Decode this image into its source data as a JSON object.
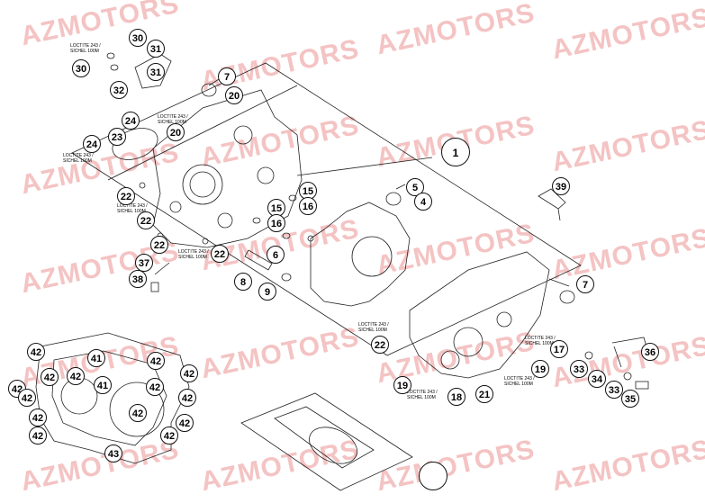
{
  "watermark_text": "AZMOTORS",
  "watermark_color": "#f3b9b9",
  "notes": {
    "n1": "LOCTITE 243 /\nSICHEL 100M",
    "n2": "LOCTITE 243 /\nSICHEL 100M",
    "n3": "LOCTITE 243 /\nSICHEL 100M",
    "n4": "LOCTITE 243 /\nSICHEL 100M",
    "n5": "LOCTITE 243 /\nSICHEL 100M",
    "n6": "LOCTITE 243 /\nSICHEL 100M",
    "n7": "LOCTITE 243 /\nSICHEL 100M",
    "n8": "LOCTITE 243 /\nSICHEL 100M",
    "n9": "LOCTITE 243 /\nSICHEL 100M"
  },
  "callouts": [
    "30",
    "31",
    "30",
    "31",
    "32",
    "7",
    "20",
    "24",
    "23",
    "24",
    "20",
    "1",
    "5",
    "4",
    "39",
    "15",
    "16",
    "15",
    "16",
    "22",
    "22",
    "22",
    "22",
    "6",
    "8",
    "9",
    "37",
    "38",
    "7",
    "17",
    "19",
    "22",
    "19",
    "18",
    "21",
    "33",
    "34",
    "33",
    "35",
    "36",
    "42",
    "41",
    "42",
    "42",
    "42",
    "42",
    "41",
    "42",
    "42",
    "42",
    "42",
    "42",
    "42",
    "42",
    "42",
    "42",
    "43"
  ]
}
